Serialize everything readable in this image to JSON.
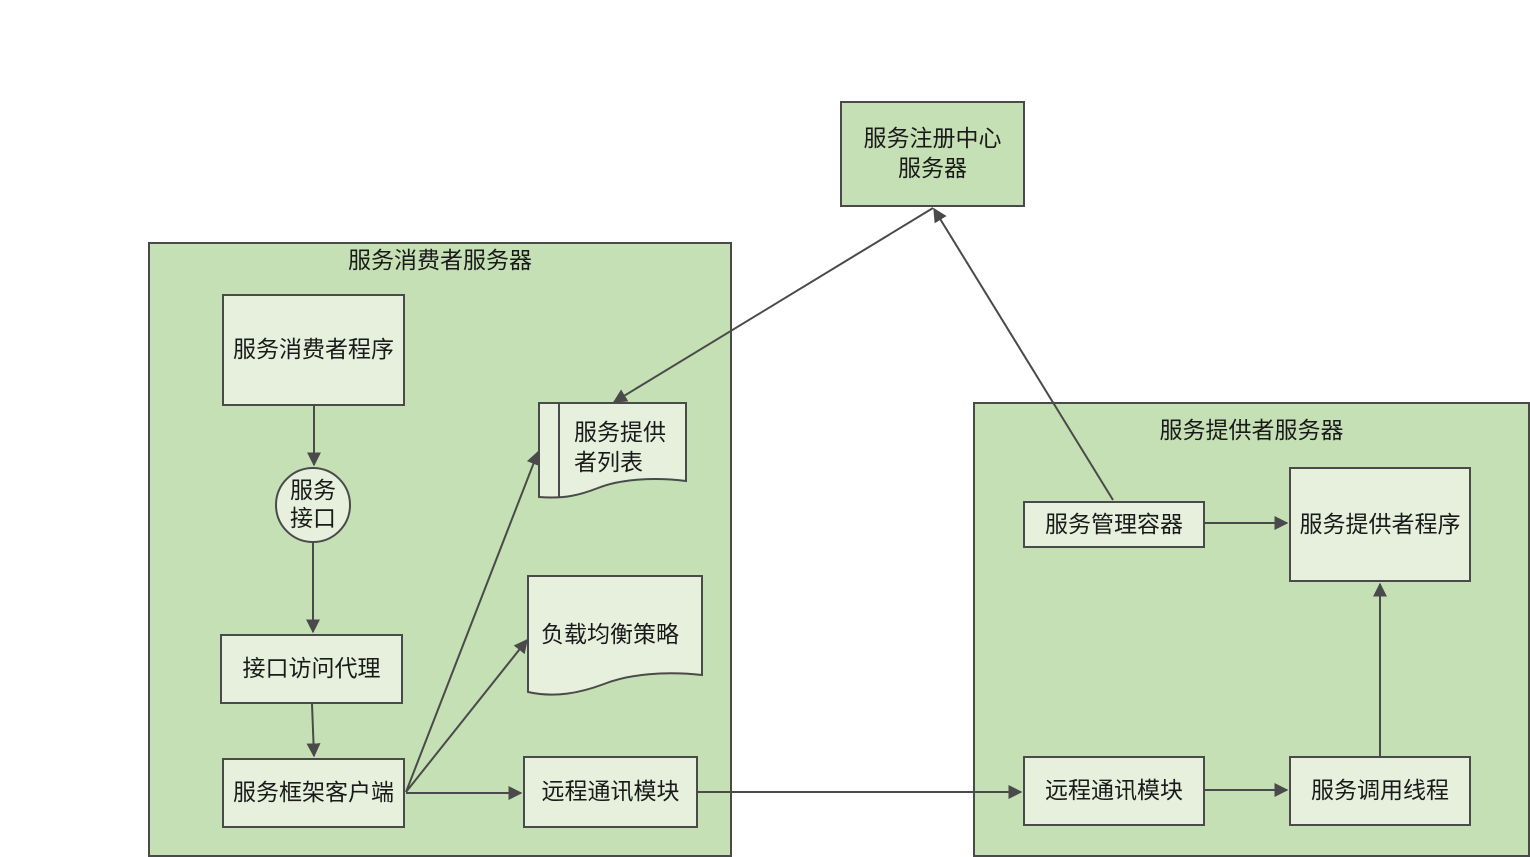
{
  "consumer_server": {
    "title": "服务消费者服务器",
    "consumer_program": "服务消费者程序",
    "service_interface": "服务\n接口",
    "interface_proxy": "接口访问代理",
    "framework_client": "服务框架客户端",
    "provider_list": "服务提供\n者列表",
    "load_balance": "负载均衡策略",
    "remote_comm": "远程通讯模块"
  },
  "registry": {
    "label": "服务注册中心\n服务器"
  },
  "provider_server": {
    "title": "服务提供者服务器",
    "management_container": "服务管理容器",
    "provider_program": "服务提供者程序",
    "remote_comm": "远程通讯模块",
    "invoke_thread": "服务调用线程"
  },
  "colors": {
    "container_fill": "#c5e0b4",
    "box_fill": "#e6f0dc",
    "stroke": "#4a4a4a"
  }
}
